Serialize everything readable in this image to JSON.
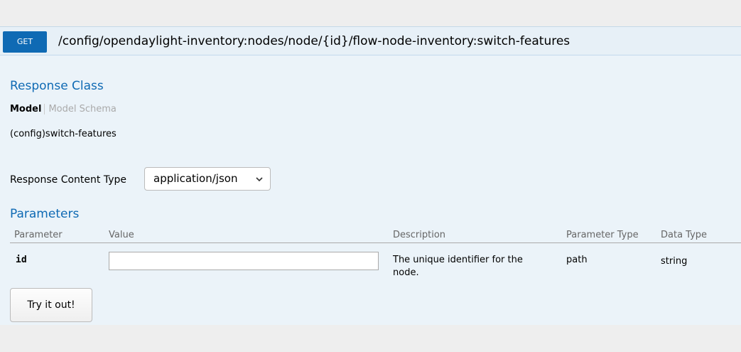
{
  "operation": {
    "method": "GET",
    "path": "/config/opendaylight-inventory:nodes/node/{id}/flow-node-inventory:switch-features"
  },
  "response_class": {
    "title": "Response Class",
    "tabs": [
      "Model",
      "Model Schema"
    ],
    "signature": "(config)switch-features"
  },
  "response_content_type": {
    "label": "Response Content Type",
    "selected": "application/json"
  },
  "parameters": {
    "title": "Parameters",
    "columns": [
      "Parameter",
      "Value",
      "Description",
      "Parameter Type",
      "Data Type"
    ],
    "rows": [
      {
        "name": "id",
        "value": "",
        "description": "The unique identifier for the node.",
        "param_type": "path",
        "data_type": "string"
      }
    ]
  },
  "submit_label": "Try it out!",
  "colors": {
    "get_method": "#0f6ab4",
    "heading_text": "#0f6ab4",
    "panel_bg": "#ebf3f9"
  }
}
